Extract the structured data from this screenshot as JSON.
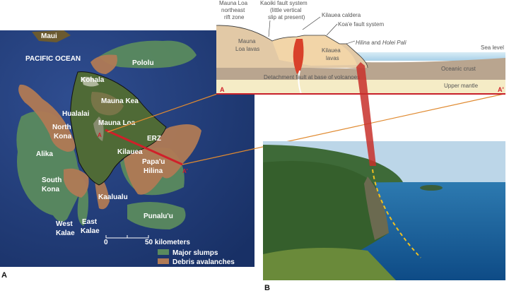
{
  "panel_labels": {
    "a": "A",
    "b": "B"
  },
  "map": {
    "ocean_label": "PACIFIC OCEAN",
    "islands": [
      "Maui"
    ],
    "volcanoes": [
      "Kohala",
      "Mauna Kea",
      "Hualalai",
      "Mauna Loa",
      "Kilauea",
      "ERZ"
    ],
    "slides": {
      "pololu": "Pololu",
      "north_kona": [
        "North",
        "Kona"
      ],
      "alika": "Alika",
      "south_kona": [
        "South",
        "Kona"
      ],
      "kaalualu": "Kaalualu",
      "west_kalae": [
        "West",
        "Kalae"
      ],
      "east_kalae": [
        "East",
        "Kalae"
      ],
      "papau_hilina": [
        "Papa'u",
        "Hilina"
      ],
      "punaluu": "Punalu'u"
    },
    "scale": {
      "zero": "0",
      "end": "50 kilometers"
    },
    "legend": [
      {
        "label": "Major slumps",
        "color": "#5a8a5e"
      },
      {
        "label": "Debris avalanches",
        "color": "#b07a55"
      }
    ],
    "section_ends": {
      "start": "A",
      "end": "A'"
    }
  },
  "cross_section": {
    "callouts": {
      "ml_rift": [
        "Mauna Loa",
        "northeast",
        "rift zone"
      ],
      "kaoiki": [
        "Kaoiki fault system",
        "(little vertical",
        "slip at present)"
      ],
      "caldera": "Kilauea caldera",
      "koae": "Koa'e fault system",
      "hilina_a": "Hilina",
      "hilina_and": " and ",
      "hilina_b": "Holei Pali"
    },
    "units": {
      "ml_lavas": [
        "Mauna",
        "Loa lavas"
      ],
      "k_lavas": [
        "Kilauea",
        "lavas"
      ],
      "sea_level": "Sea level",
      "oceanic_crust": "Oceanic crust",
      "detachment": "Detachment fault at base of volcanoes",
      "upper_mantle": "Upper mantle"
    },
    "ends": {
      "start": "A",
      "end": "A'"
    }
  },
  "colors": {
    "section_line": "#d0202a",
    "connector": "#e08a30",
    "ocean": "#23407a"
  }
}
